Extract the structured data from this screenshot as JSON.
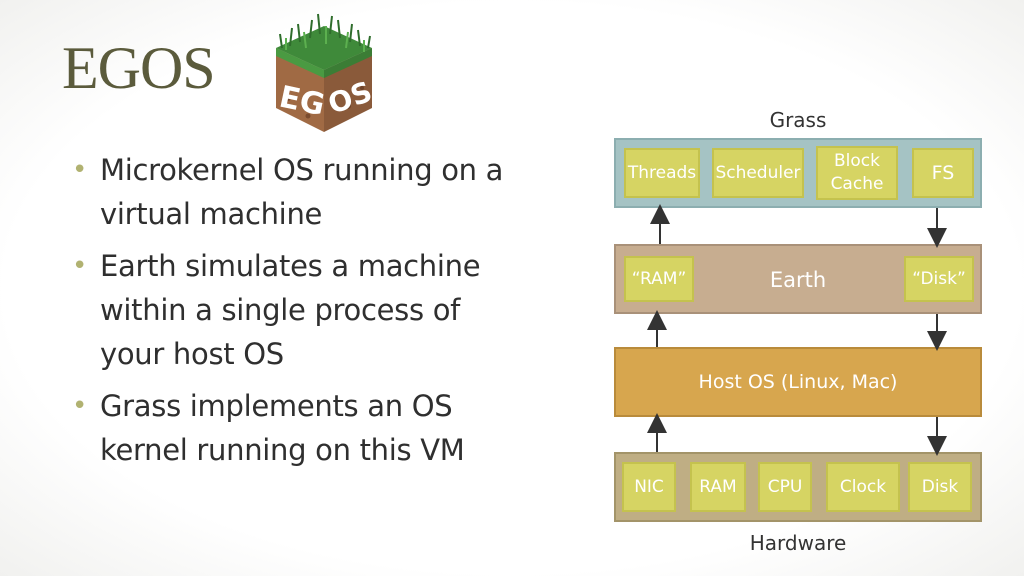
{
  "slide": {
    "title": "EGOS",
    "logo_text": [
      "EG",
      "OS"
    ],
    "bullets": [
      "Microkernel OS running on a virtual machine",
      "Earth simulates a machine within a single process of your host OS",
      "Grass implements an OS kernel running on this VM"
    ]
  },
  "diagram": {
    "grass_label": "Grass",
    "hardware_label": "Hardware",
    "grass": {
      "threads": "Threads",
      "scheduler": "Scheduler",
      "block": "Block",
      "cache": "Cache",
      "fs": "FS"
    },
    "earth": {
      "ram": "“RAM”",
      "title": "Earth",
      "disk": "“Disk”"
    },
    "host": "Host OS (Linux, Mac)",
    "hardware": {
      "nic": "NIC",
      "ram": "RAM",
      "cpu": "CPU",
      "clock": "Clock",
      "disk": "Disk"
    },
    "colors": {
      "grass_layer": "#a5c3c4",
      "earth_layer": "#c7ad90",
      "host_layer": "#d7a64e",
      "hardware_layer": "#bfae84",
      "component_box": "#d6d463"
    }
  }
}
